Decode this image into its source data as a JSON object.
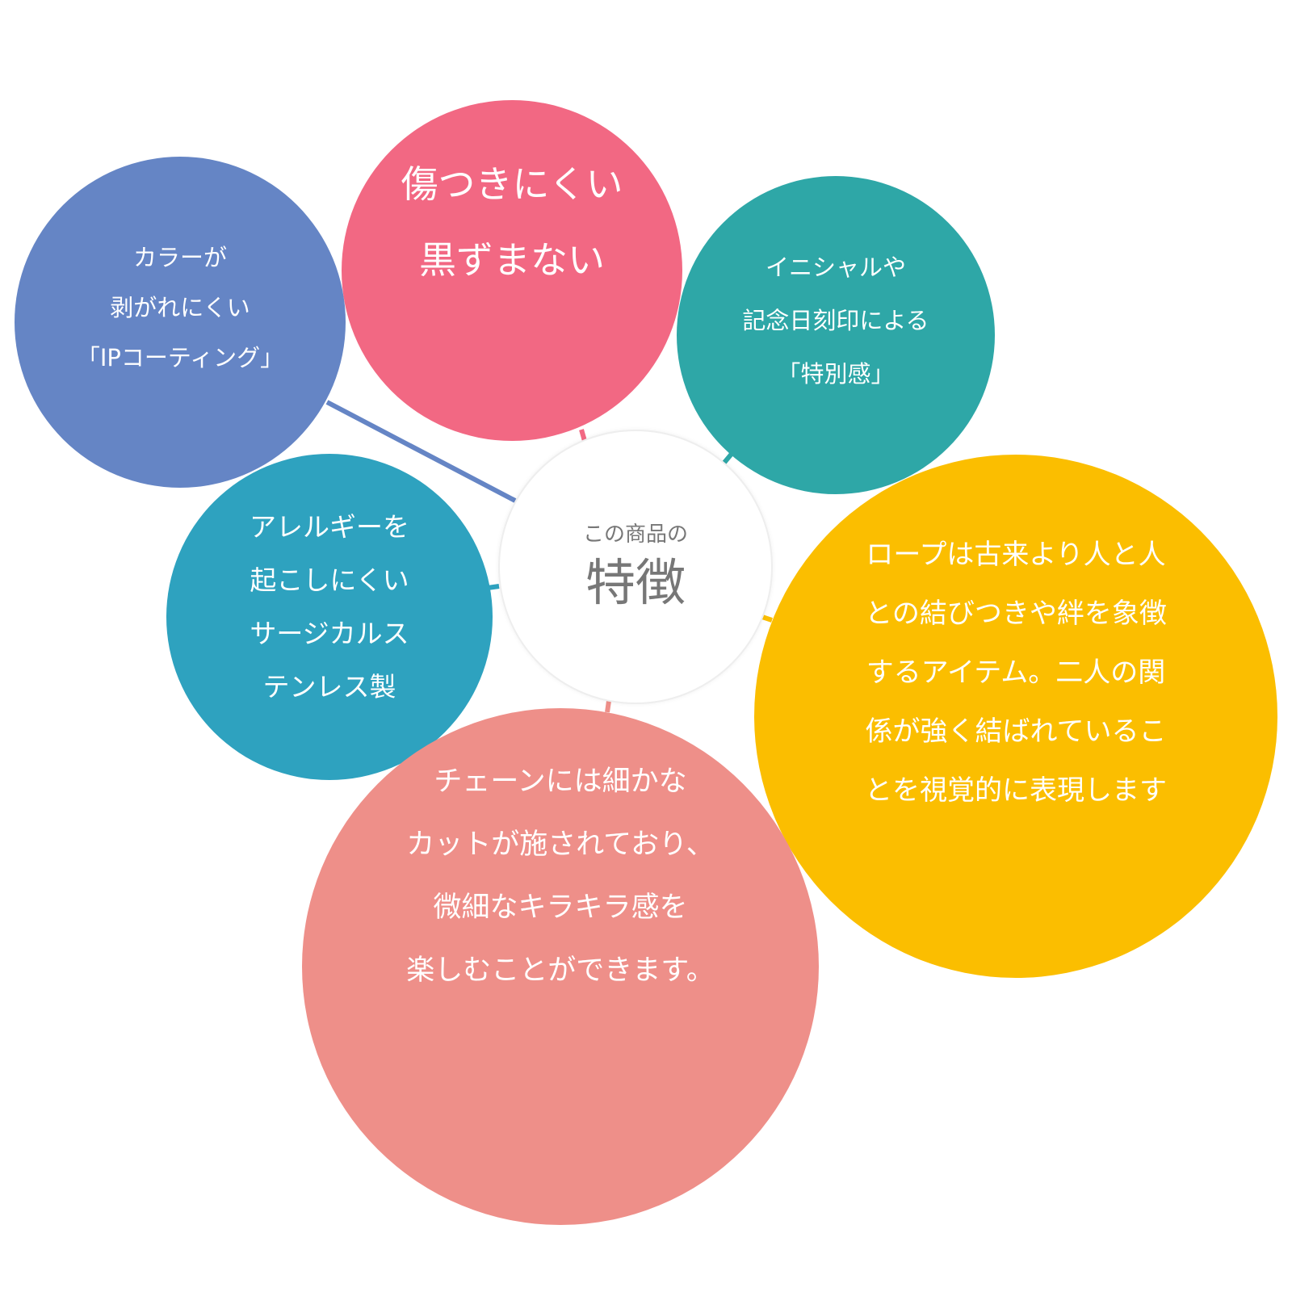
{
  "center": {
    "kicker": "この商品の",
    "title": "特徴"
  },
  "features": [
    {
      "id": "scratch",
      "color": "#F26883",
      "lines": [
        "傷つきにくい",
        "黒ずまない"
      ]
    },
    {
      "id": "coating",
      "color": "#6585C5",
      "lines": [
        "カラーが",
        "剥がれにくい",
        "「IPコーティング」"
      ]
    },
    {
      "id": "engrave",
      "color": "#2EA7A7",
      "lines": [
        "イニシャルや",
        "記念日刻印による",
        "「特別感」"
      ]
    },
    {
      "id": "allergy",
      "color": "#2EA2BF",
      "lines": [
        "アレルギーを",
        "起こしにくい",
        "サージカルス",
        "テンレス製"
      ]
    },
    {
      "id": "rope",
      "color": "#FBBE00",
      "lines": [
        "ロープは古来より人と人",
        "との結びつきや絆を象徴",
        "するアイテム。二人の関",
        "係が強く結ばれているこ",
        "とを視覚的に表現します"
      ]
    },
    {
      "id": "chain",
      "color": "#EE8F89",
      "lines": [
        "チェーンには細かな",
        "カットが施されており、",
        "微細なキラキラ感を",
        "楽しむことができます。"
      ]
    }
  ]
}
